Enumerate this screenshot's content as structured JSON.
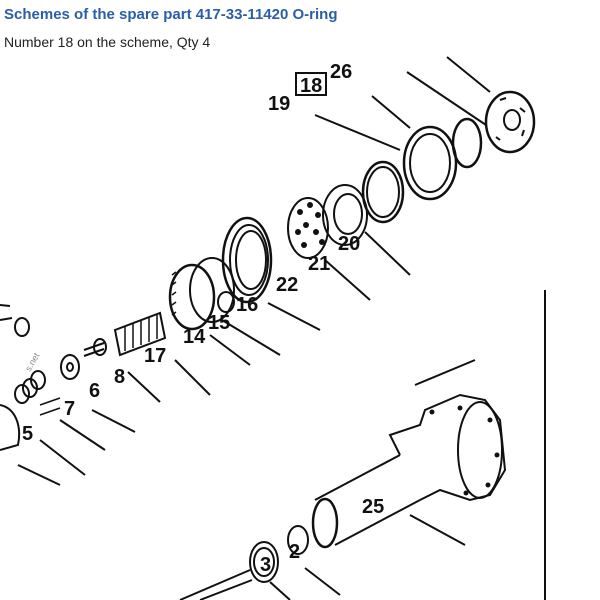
{
  "header": {
    "title": "Schemes of the spare part 417-33-11420 O-ring",
    "subtitle": "Number 18 on the scheme, Qty 4"
  },
  "diagram": {
    "highlighted_label": "18",
    "watermark": "s.net",
    "labels": [
      "26",
      "19",
      "20",
      "21",
      "22",
      "16",
      "15",
      "14",
      "17",
      "8",
      "6",
      "7",
      "5",
      "25",
      "2",
      "3"
    ]
  }
}
